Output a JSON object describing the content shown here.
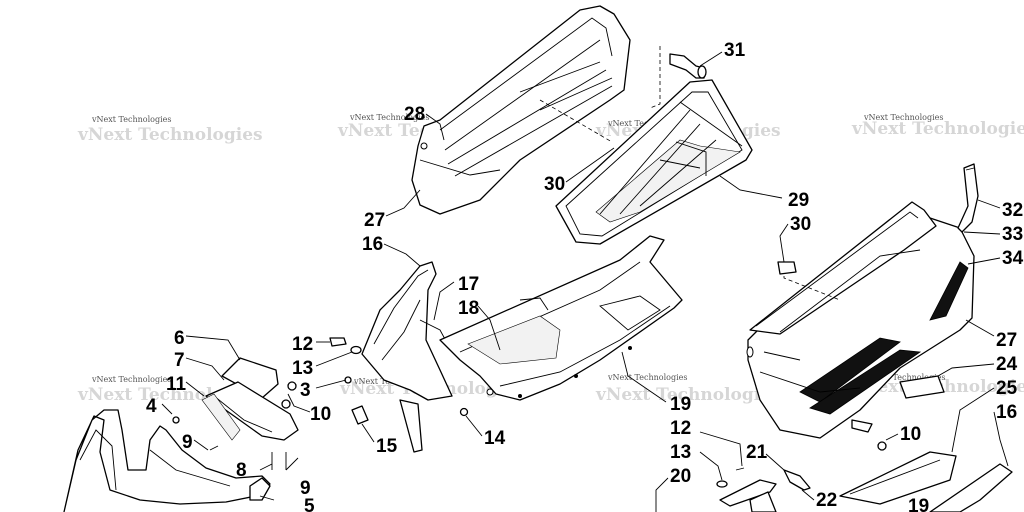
{
  "watermark": "vNext Technologies",
  "callouts": [
    {
      "id": "c31",
      "text": "31"
    },
    {
      "id": "c28",
      "text": "28"
    },
    {
      "id": "c30a",
      "text": "30"
    },
    {
      "id": "c27a",
      "text": "27"
    },
    {
      "id": "c29",
      "text": "29"
    },
    {
      "id": "c30b",
      "text": "30"
    },
    {
      "id": "c32",
      "text": "32"
    },
    {
      "id": "c33",
      "text": "33"
    },
    {
      "id": "c34",
      "text": "34"
    },
    {
      "id": "c27b",
      "text": "27"
    },
    {
      "id": "c16a",
      "text": "16"
    },
    {
      "id": "c17",
      "text": "17"
    },
    {
      "id": "c18",
      "text": "18"
    },
    {
      "id": "c6",
      "text": "6"
    },
    {
      "id": "c7",
      "text": "7"
    },
    {
      "id": "c11",
      "text": "11"
    },
    {
      "id": "c4",
      "text": "4"
    },
    {
      "id": "c9a",
      "text": "9"
    },
    {
      "id": "c8",
      "text": "8"
    },
    {
      "id": "c9b",
      "text": "9"
    },
    {
      "id": "c5",
      "text": "5"
    },
    {
      "id": "c12a",
      "text": "12"
    },
    {
      "id": "c13a",
      "text": "13"
    },
    {
      "id": "c3",
      "text": "3"
    },
    {
      "id": "c10a",
      "text": "10"
    },
    {
      "id": "c15",
      "text": "15"
    },
    {
      "id": "c14",
      "text": "14"
    },
    {
      "id": "c19a",
      "text": "19"
    },
    {
      "id": "c12b",
      "text": "12"
    },
    {
      "id": "c13b",
      "text": "13"
    },
    {
      "id": "c21",
      "text": "21"
    },
    {
      "id": "c20",
      "text": "20"
    },
    {
      "id": "c22",
      "text": "22"
    },
    {
      "id": "c10b",
      "text": "10"
    },
    {
      "id": "c24",
      "text": "24"
    },
    {
      "id": "c25",
      "text": "25"
    },
    {
      "id": "c16b",
      "text": "16"
    },
    {
      "id": "c19b",
      "text": "19"
    }
  ]
}
